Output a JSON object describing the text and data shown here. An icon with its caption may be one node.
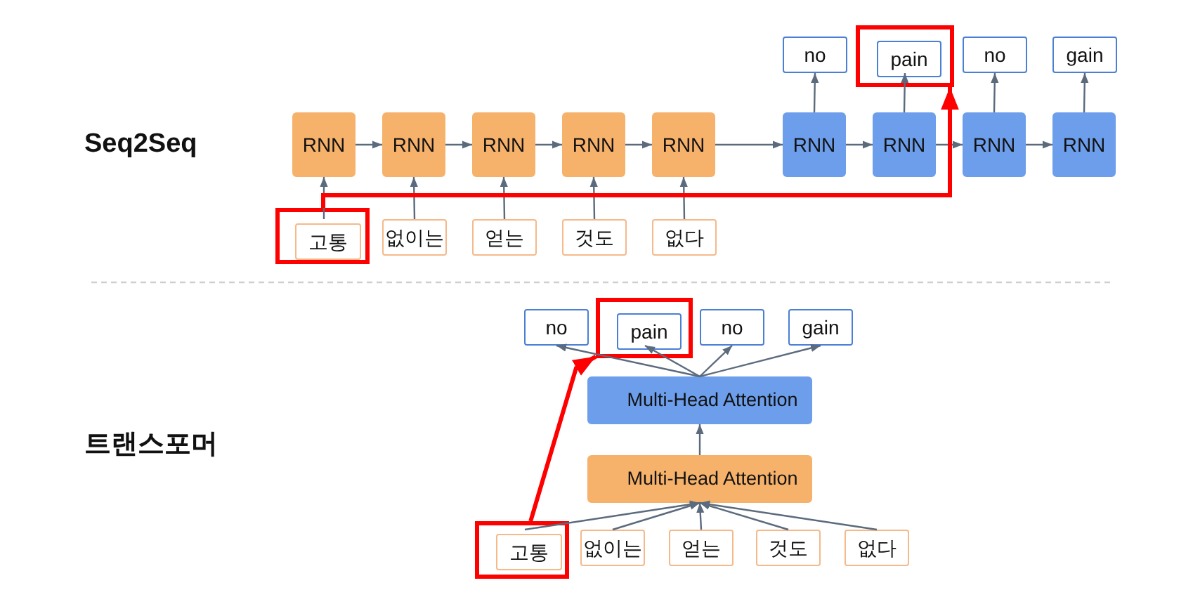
{
  "diagram": {
    "nodes": [
      {
        "text": [
          "no"
        ]
      },
      {
        "text": [],
        "shape": "box"
      },
      {
        "text": [
          "pain"
        ],
        "in": 1
      },
      {
        "text": [
          "no"
        ]
      },
      {
        "text": [
          "gain"
        ]
      },
      {
        "text": [
          "RNN"
        ]
      },
      {
        "text": [
          "RNN"
        ]
      },
      {
        "text": [
          "RNN"
        ]
      },
      {
        "text": [
          "RNN"
        ]
      },
      {
        "text": [
          "RNN"
        ]
      },
      {
        "text": [
          "RNN"
        ]
      },
      {
        "text": [
          "RNN"
        ]
      },
      {
        "text": [
          "RNN"
        ]
      },
      {
        "text": [
          "RNN"
        ]
      },
      {
        "text": [],
        "shape": "box"
      },
      {
        "text": [
          "고통"
        ],
        "in": 14
      },
      {
        "text": [
          "없이는"
        ]
      },
      {
        "text": [
          "얻는"
        ]
      },
      {
        "text": [
          "것도"
        ]
      },
      {
        "text": [
          "없다"
        ]
      },
      {
        "text": [
          "no"
        ]
      },
      {
        "text": [],
        "shape": "box"
      },
      {
        "text": [
          "pain"
        ],
        "in": 21
      },
      {
        "text": [
          "no"
        ]
      },
      {
        "text": [
          "gain"
        ]
      },
      {
        "text": [
          "Multi-Head Attention"
        ]
      },
      {
        "text": [
          "Multi-Head Attention"
        ]
      },
      {
        "text": [],
        "shape": "box"
      },
      {
        "text": [
          "고통"
        ],
        "in": 27
      },
      {
        "text": [
          "없이는"
        ]
      },
      {
        "text": [
          "얻는"
        ]
      },
      {
        "text": [
          "것도"
        ]
      },
      {
        "text": [
          "없다"
        ]
      }
    ],
    "edges": [
      {
        "from": 5,
        "to": 6,
        "arrow": "to"
      },
      {
        "from": 6,
        "to": 7,
        "arrow": "to"
      },
      {
        "from": 7,
        "to": 8,
        "arrow": "to"
      },
      {
        "from": 8,
        "to": 9,
        "arrow": "to"
      },
      {
        "from": 9,
        "to": 10,
        "arrow": "to"
      },
      {
        "from": 10,
        "to": 11,
        "arrow": "to"
      },
      {
        "from": 11,
        "to": 12,
        "arrow": "to"
      },
      {
        "from": 12,
        "to": 13,
        "arrow": "to"
      },
      {
        "from": 15,
        "to": 5,
        "arrow": "to"
      },
      {
        "from": 16,
        "to": 6,
        "arrow": "to"
      },
      {
        "from": 17,
        "to": 7,
        "arrow": "to"
      },
      {
        "from": 18,
        "to": 8,
        "arrow": "to"
      },
      {
        "from": 19,
        "to": 9,
        "arrow": "to"
      },
      {
        "from": 10,
        "to": 0,
        "arrow": "to"
      },
      {
        "from": 11,
        "to": 2,
        "arrow": "to"
      },
      {
        "from": 12,
        "to": 3,
        "arrow": "to"
      },
      {
        "from": 13,
        "to": 4,
        "arrow": "to"
      },
      {
        "from": 14,
        "to": 1,
        "arrow": "to",
        "style": "thick",
        "color": "#ff0000"
      },
      {
        "from": 28,
        "to": 26,
        "arrow": "to"
      },
      {
        "from": 29,
        "to": 26,
        "arrow": "to"
      },
      {
        "from": 30,
        "to": 26,
        "arrow": "to"
      },
      {
        "from": 31,
        "to": 26,
        "arrow": "to"
      },
      {
        "from": 32,
        "to": 26,
        "arrow": "to"
      },
      {
        "from": 26,
        "to": 25,
        "arrow": "to"
      },
      {
        "from": 25,
        "to": 20,
        "arrow": "to"
      },
      {
        "from": 25,
        "to": 22,
        "arrow": "to"
      },
      {
        "from": 25,
        "to": 23,
        "arrow": "to"
      },
      {
        "from": 25,
        "to": 24,
        "arrow": "to"
      },
      {
        "from": 27,
        "to": 21,
        "arrow": "to",
        "style": "thick",
        "color": "#ff0000"
      }
    ],
    "labels": [
      "Seq2Seq",
      "트랜스포머"
    ]
  }
}
